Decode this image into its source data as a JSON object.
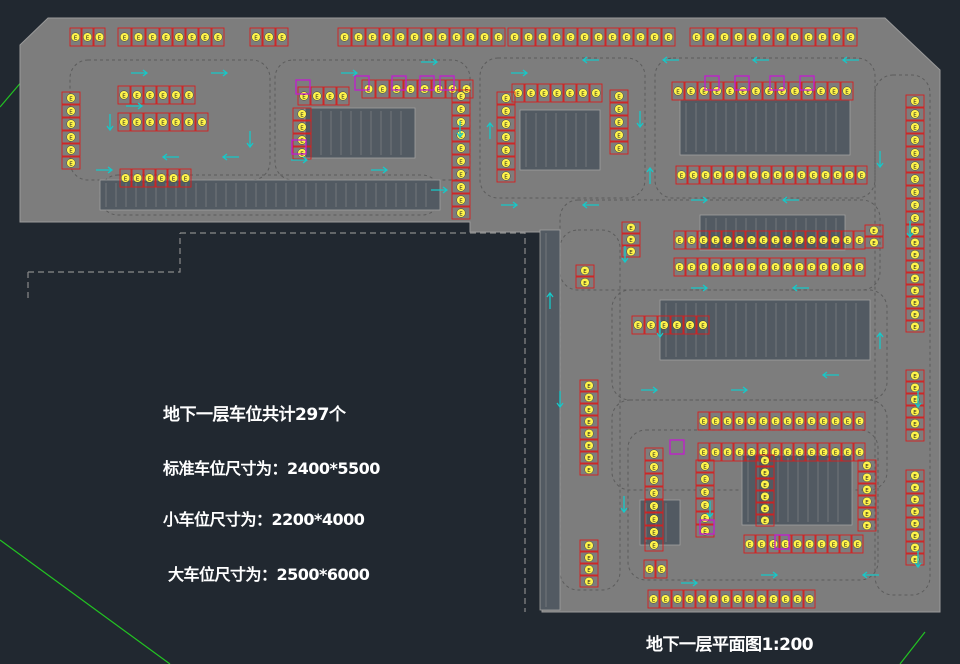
{
  "notes": {
    "total": "地下一层车位共计297个",
    "standard": "标准车位尺寸为：2400*5500",
    "small": "小车位尺寸为：2200*4000",
    "large": "大车位尺寸为：2500*6000"
  },
  "plan_title": "地下一层平面图1:200",
  "colors": {
    "background": "#212830",
    "structure": "#7d7d7d",
    "road": "#2a3038",
    "stall_outline": "#d81e1e",
    "stall_marker": "#fff44a",
    "special_stall": "#c21bd0",
    "arrow": "#16c9c9",
    "guide_line": "#22c422",
    "dashed_outline": "#8a8a8a"
  },
  "stall_marker_label": "E"
}
